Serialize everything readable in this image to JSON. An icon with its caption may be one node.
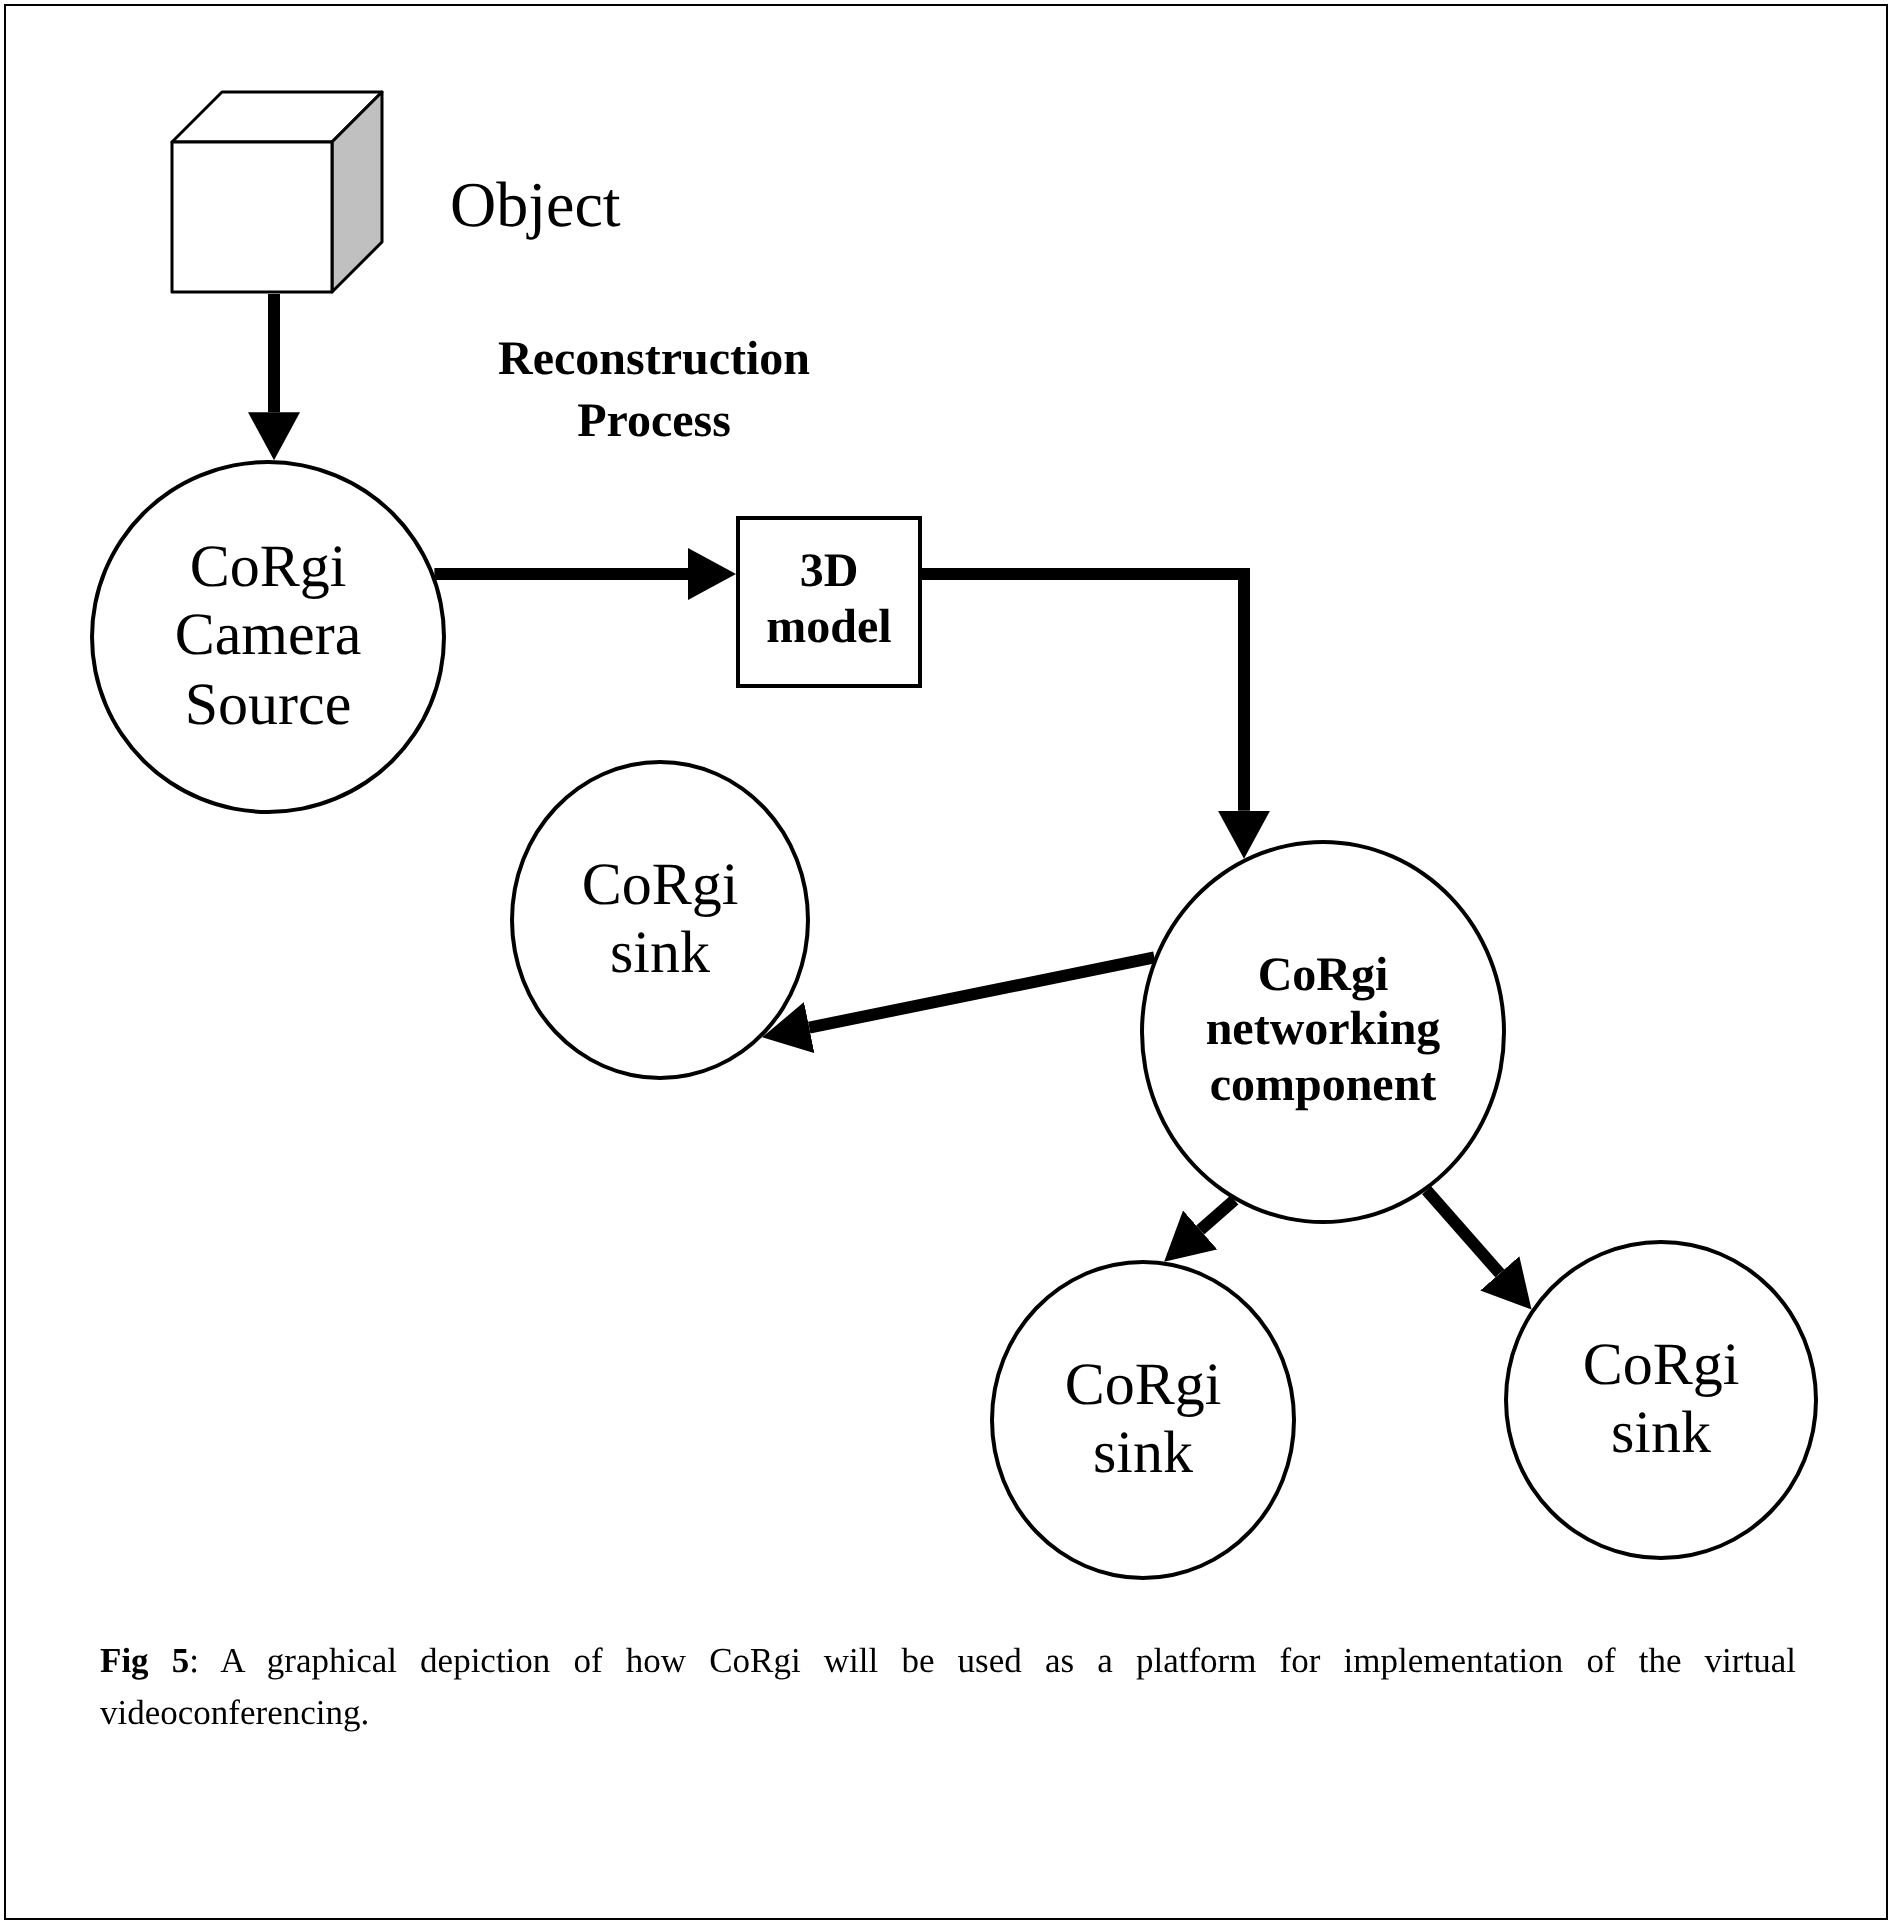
{
  "diagram": {
    "nodes": [
      {
        "text": [],
        "shape": "box",
        "beside": [
          "Object"
        ]
      },
      {
        "text": [
          "CoRgi Camera Source"
        ]
      },
      {
        "text": [
          "3D model"
        ]
      },
      {
        "text": [
          "CoRgi networking component"
        ]
      },
      {
        "text": [
          "CoRgi sink"
        ]
      },
      {
        "text": [
          "CoRgi sink"
        ]
      },
      {
        "text": [
          "CoRgi sink"
        ]
      }
    ],
    "edges": [
      {
        "from": 0,
        "to": 1,
        "arrow": "to"
      },
      {
        "from": 1,
        "to": 2,
        "arrow": "to",
        "label": "Reconstruction Process"
      },
      {
        "from": 2,
        "to": 3,
        "arrow": "to"
      },
      {
        "from": 3,
        "to": 4,
        "arrow": "to"
      },
      {
        "from": 3,
        "to": 5,
        "arrow": "to"
      },
      {
        "from": 3,
        "to": 6,
        "arrow": "to"
      }
    ],
    "caption": "**Fig 5**: A graphical depiction of how CoRgi will be used as a platform for implementation of the virtual videoconferencing."
  }
}
